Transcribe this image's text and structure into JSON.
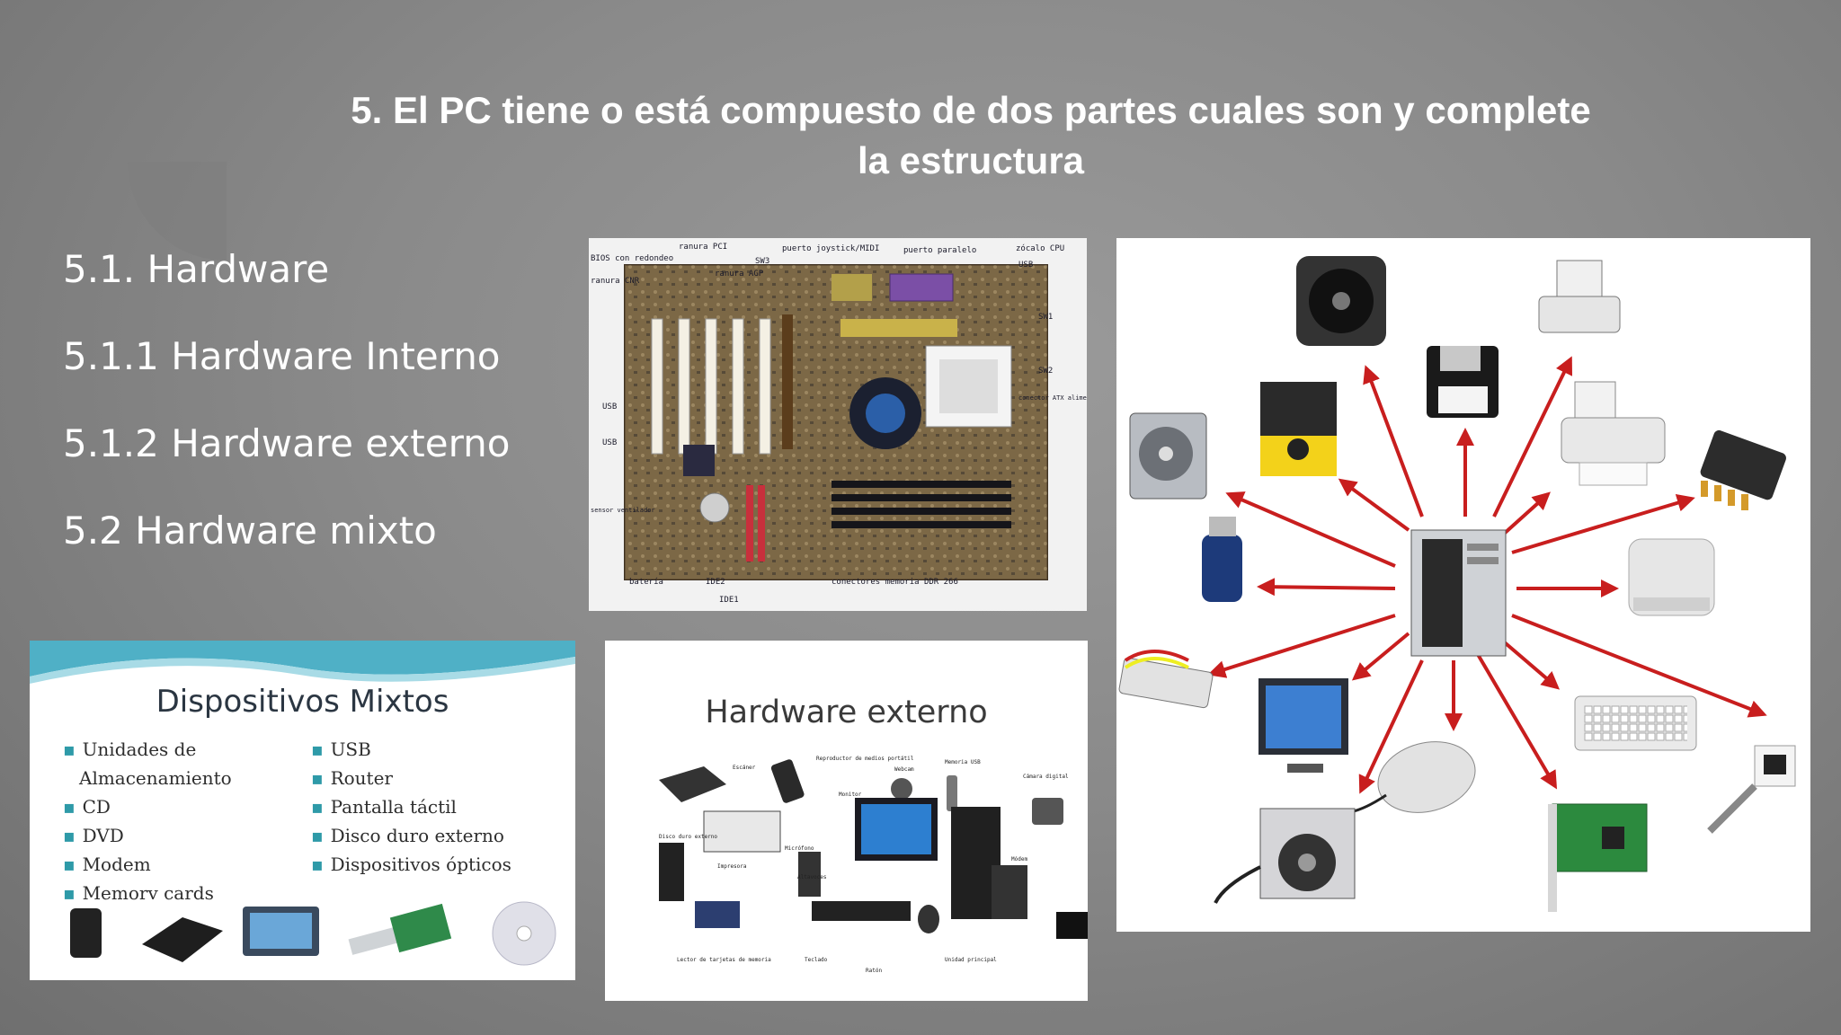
{
  "slide": {
    "title_line1": "5. El PC tiene o está compuesto de dos partes  cuales son y complete",
    "title_line2": "la estructura",
    "outline": [
      "5.1. Hardware",
      "5.1.1 Hardware Interno",
      "5.1.2 Hardware externo",
      "5.2 Hardware mixto"
    ]
  },
  "motherboard": {
    "labels": [
      "ranura PCI",
      "puerto joystick/MIDI",
      "puerto paralelo",
      "zócalo CPU",
      "BIOS con redondeo",
      "SW3",
      "ranura AGP",
      "USB",
      "ranura CNR",
      "SW1",
      "SW2",
      "USB",
      "USB",
      "conector ATX alimentación",
      "sensor ventilador",
      "batería",
      "IDE2",
      "IDE1",
      "conectores memoria DDR 266"
    ]
  },
  "mixtos": {
    "title": "Dispositivos Mixtos",
    "left": [
      "Unidades de",
      "Almacenamiento",
      "CD",
      "DVD",
      "Modem",
      "Memorv cards"
    ],
    "right": [
      "USB",
      "Router",
      "Pantalla táctil",
      "Disco duro externo",
      "Dispositivos ópticos"
    ]
  },
  "externo": {
    "title": "Hardware externo",
    "labels": [
      "Escáner",
      "Reproductor de medios portátil",
      "Webcam",
      "Memoria USB",
      "Cámara digital",
      "Monitor",
      "Disco duro externo",
      "Impresora",
      "Micrófono",
      "Altavoces",
      "Módem",
      "Lector de tarjetas de memoria",
      "Teclado",
      "Ratón",
      "Unidad principal"
    ]
  },
  "colors": {
    "background": "#8a8a8a",
    "arrow": "#c81e1e",
    "accent_teal": "#2e9aa8"
  }
}
